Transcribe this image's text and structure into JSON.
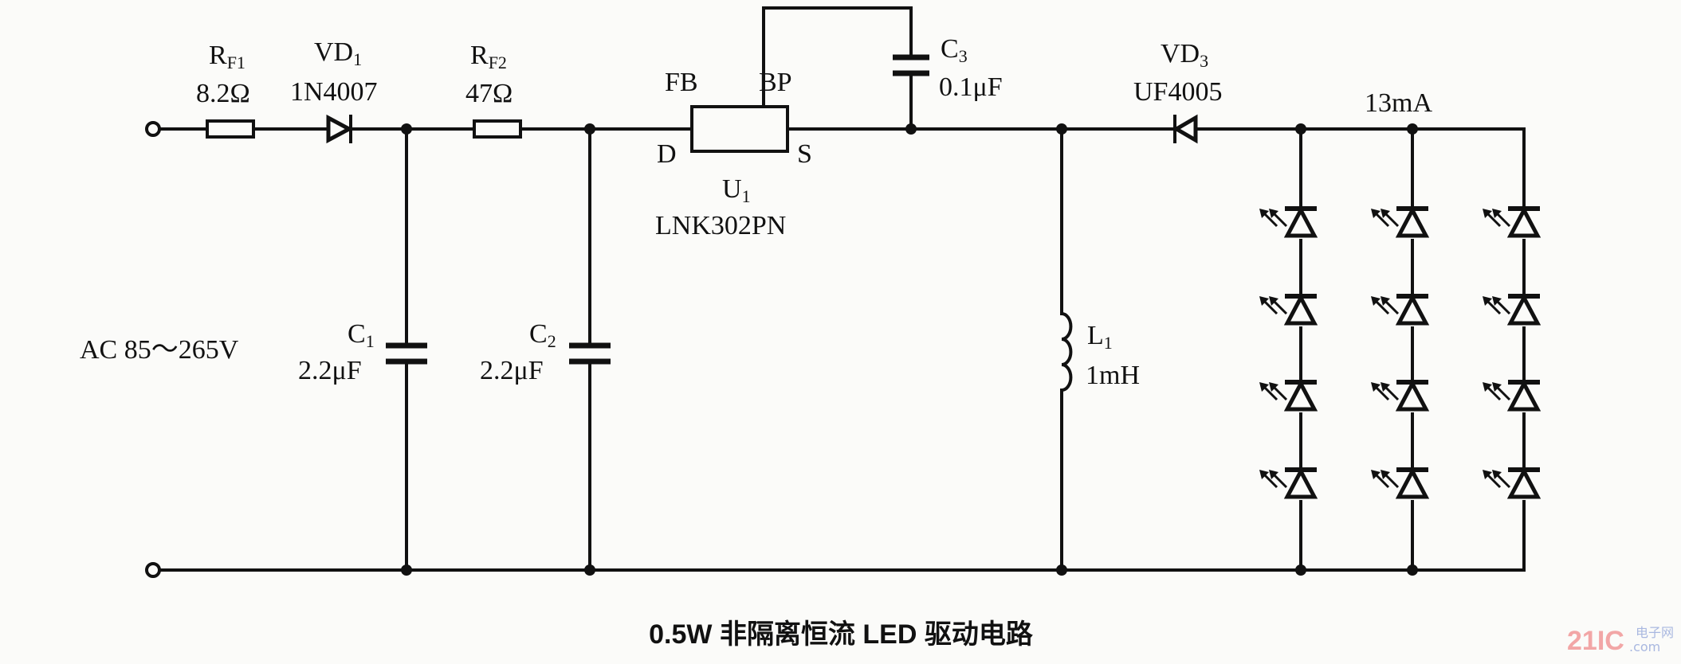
{
  "title": "0.5W 非隔离恒流 LED 驱动电路",
  "input": {
    "label": "AC 85～265V"
  },
  "components": {
    "RF1": {
      "ref": "R",
      "ref_sub": "F1",
      "value": "8.2Ω"
    },
    "VD1": {
      "ref": "VD",
      "ref_sub": "1",
      "value": "1N4007"
    },
    "RF2": {
      "ref": "R",
      "ref_sub": "F2",
      "value": "47Ω"
    },
    "C1": {
      "ref": "C",
      "ref_sub": "1",
      "value": "2.2μF"
    },
    "C2": {
      "ref": "C",
      "ref_sub": "2",
      "value": "2.2μF"
    },
    "U1": {
      "ref": "U",
      "ref_sub": "1",
      "value": "LNK302PN",
      "pins": {
        "fb": "FB",
        "bp": "BP",
        "d": "D",
        "s": "S"
      }
    },
    "C3": {
      "ref": "C",
      "ref_sub": "3",
      "value": "0.1μF"
    },
    "L1": {
      "ref": "L",
      "ref_sub": "1",
      "value": "1mH"
    },
    "VD3": {
      "ref": "VD",
      "ref_sub": "3",
      "value": "UF4005"
    }
  },
  "led_array": {
    "current_label": "13mA",
    "columns": 3,
    "rows": 4
  },
  "watermark": {
    "brand": "21IC",
    "cn": "电子网",
    "domain": ".com"
  }
}
